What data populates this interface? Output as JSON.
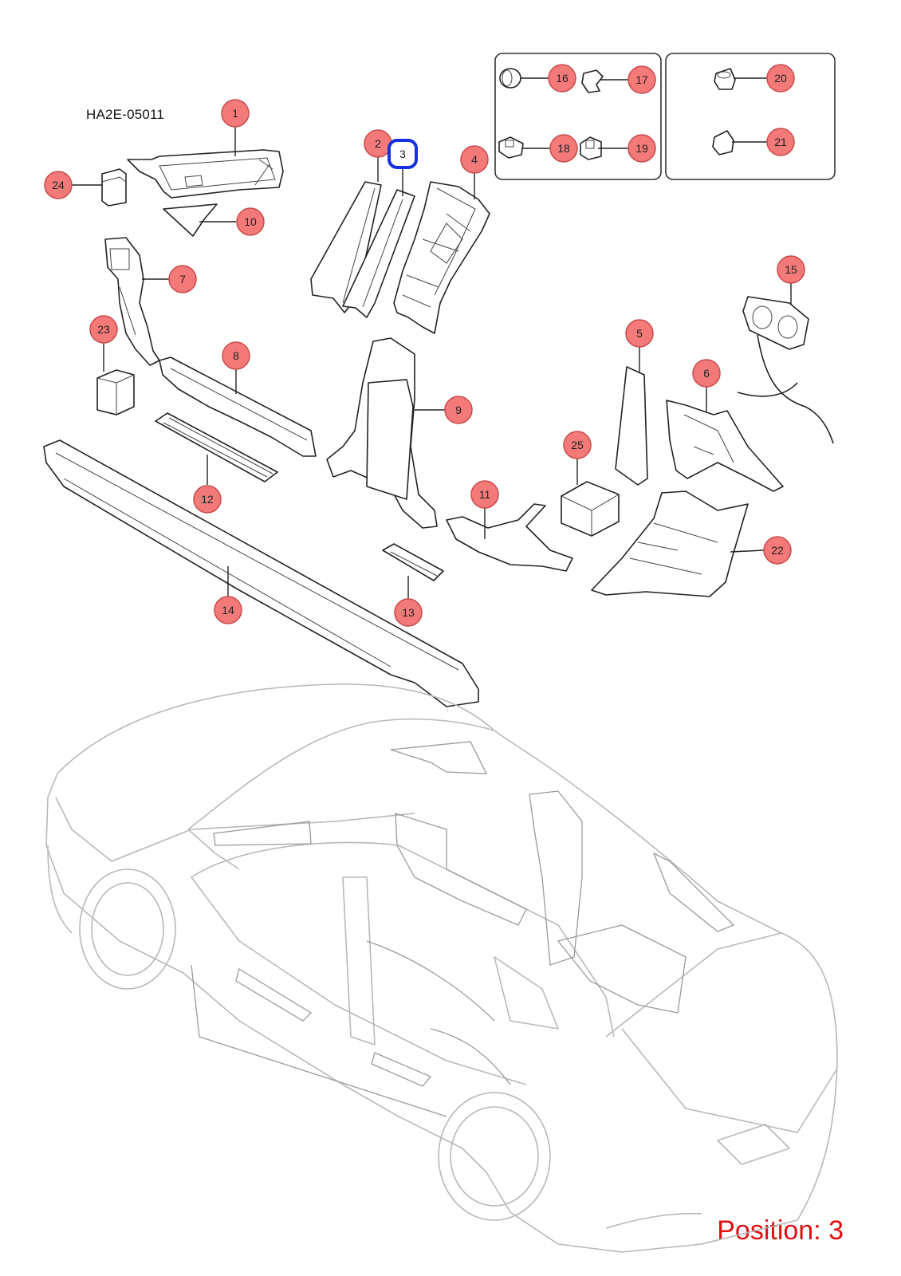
{
  "diagram_code": "HA2E-05011",
  "position_label": "Position: 3",
  "selected_callout": "3",
  "colors": {
    "callout_fill": "#f47a7a",
    "callout_stroke": "#c94a4a",
    "selected_outline": "#1530e0",
    "position_text": "#e01010",
    "part_line": "#222222",
    "car_line": "#b8b8b8"
  },
  "callouts": [
    "1",
    "2",
    "3",
    "4",
    "5",
    "6",
    "7",
    "8",
    "9",
    "10",
    "11",
    "12",
    "13",
    "14",
    "15",
    "16",
    "17",
    "18",
    "19",
    "20",
    "21",
    "22",
    "23",
    "24",
    "25"
  ],
  "inset_boxes": [
    {
      "name": "clip-group-16-19",
      "callouts": [
        "16",
        "17",
        "18",
        "19"
      ]
    },
    {
      "name": "clip-group-20-21",
      "callouts": [
        "20",
        "21"
      ]
    }
  ]
}
